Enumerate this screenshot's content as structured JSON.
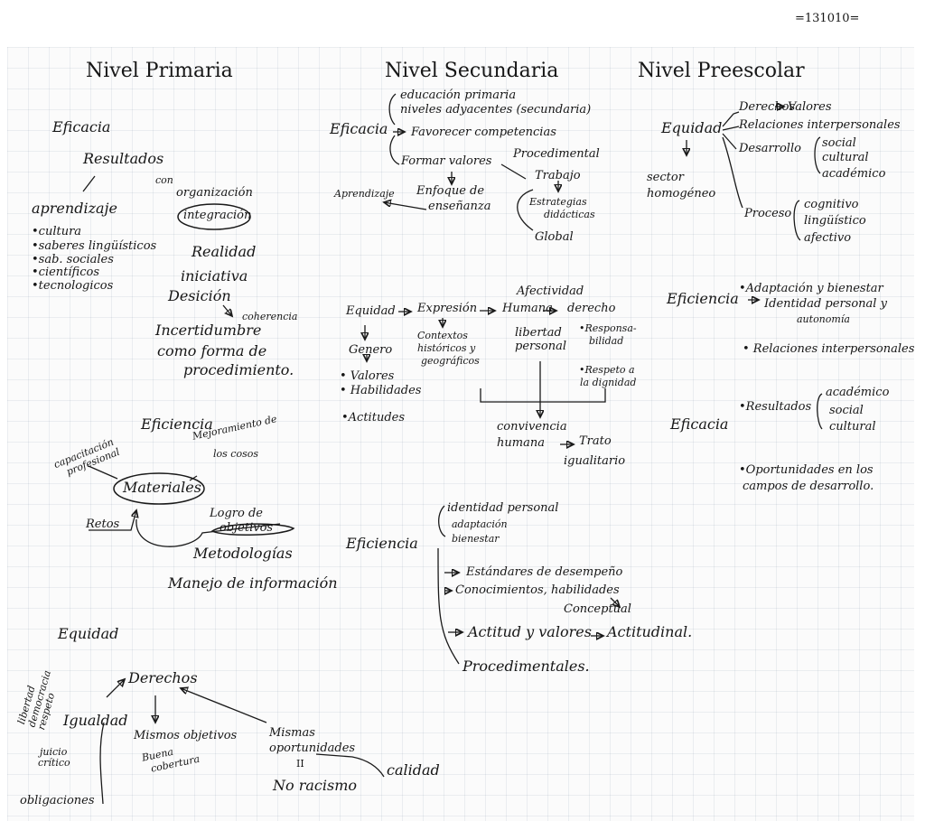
{
  "page": {
    "date_stamp": "=131010=",
    "grid_color": "#8c9cae",
    "ink_color": "#1a1a1a"
  },
  "primaria": {
    "title": "Nivel Primaria",
    "eficacia": "Eficacia",
    "resultados": "Resultados",
    "con": "con",
    "organizacion": "organización",
    "integracion": "integración",
    "aprendizaje": "aprendizaje",
    "items": [
      "•cultura",
      "•saberes lingüísticos",
      "•sab. sociales",
      "•científicos",
      "•tecnologicos"
    ],
    "realidad": "Realidad",
    "iniciativa": "iniciativa",
    "decision": "Desición",
    "coherencia": "coherencia",
    "incertidumbre": "Incertidumbre",
    "como_forma": "como forma de",
    "procedimiento": "procedimiento.",
    "eficiencia": "Eficiencia",
    "capacitacion": "capacitación",
    "profesional": "profesional",
    "mejoramiento": "Mejoramiento de",
    "los_cosos": "los cosos",
    "materiales": "Materiales",
    "retos": "Retos",
    "logro_de": "Logro de",
    "objetivos": "objetivos",
    "metodologias": "Metodologías",
    "manejo": "Manejo de información",
    "equidad": "Equidad",
    "vertical": "libertad\ndemocracia\nrespeto",
    "igualdad": "Igualdad",
    "juicio": "juicio",
    "critico": "crítico",
    "obligaciones": "obligaciones",
    "derechos": "Derechos",
    "mismos_objetivos": "Mismos objetivos",
    "buena": "Buena",
    "cobertura": "cobertura",
    "mismas": "Mismas",
    "oportunidades": "oportunidades",
    "ii": "II",
    "no_racismo": "No racismo",
    "calidad": "calidad"
  },
  "secundaria": {
    "title": "Nivel Secundaria",
    "eficacia": "Eficacia",
    "ed_primaria": "educación primaria",
    "niveles": "niveles adyacentes (secundaria)",
    "favorecer": "Favorecer competencias",
    "formar": "Formar valores",
    "procedimental": "Procedimental",
    "trabajo": "Trabajo",
    "estrategias": "Estrategias",
    "didacticas": "didácticas",
    "global": "Global",
    "aprendizaje": "Aprendizaje",
    "enfoque": "Enfoque de",
    "ensenanza": "enseñanza",
    "equidad": "Equidad",
    "expresion": "Expresión",
    "afectividad": "Afectividad",
    "humana": "Humana",
    "derecho": "derecho",
    "genero": "Genero",
    "contextos": "Contextos",
    "historicos": "históricos y",
    "geograficos": "geográficos",
    "libertad": "libertad",
    "personal": "personal",
    "responsabilidad": "•Responsa-",
    "bilidad": "bilidad",
    "respeto": "•Respeto a",
    "dignidad": "la dignidad",
    "valores": "• Valores",
    "habilidades": "• Habilidades",
    "actitudes": "•Actitudes",
    "convivencia": "convivencia",
    "humana2": "humana",
    "trato": "Trato",
    "igualitario": "igualitario",
    "eficiencia": "Eficiencia",
    "identidad": "identidad personal",
    "adaptacion": "adaptación",
    "bienestar": "bienestar",
    "estandares": "Estándares de desempeño",
    "conocimientos": "Conocimientos, habilidades",
    "conceptual": "Conceptual",
    "actitud": "Actitud y valores",
    "actitudinal": "Actitudinal.",
    "procedimentales": "Procedimentales."
  },
  "preescolar": {
    "title": "Nivel Preescolar",
    "equidad": "Equidad",
    "derechos": "Derechos",
    "valores": "Valores",
    "relaciones": "Relaciones interpersonales",
    "desarrollo": "Desarrollo",
    "social": "social",
    "cultural": "cultural",
    "academico": "académico",
    "sector": "sector",
    "homogeneo": "homogéneo",
    "proceso": "Proceso",
    "cognitivo": "cognitivo",
    "linguistico": "lingüístico",
    "afectivo": "afectivo",
    "eficiencia": "Eficiencia",
    "adaptacion": "•Adaptación y bienestar",
    "identidad": "Identidad personal y",
    "autonomia": "autonomía",
    "relaciones2": "• Relaciones interpersonales",
    "eficacia": "Eficacia",
    "resultados": "•Resultados",
    "r_academico": "académico",
    "r_social": "social",
    "r_cultural": "cultural",
    "oportunidades": "•Oportunidades en los",
    "campos": "campos de desarrollo."
  }
}
